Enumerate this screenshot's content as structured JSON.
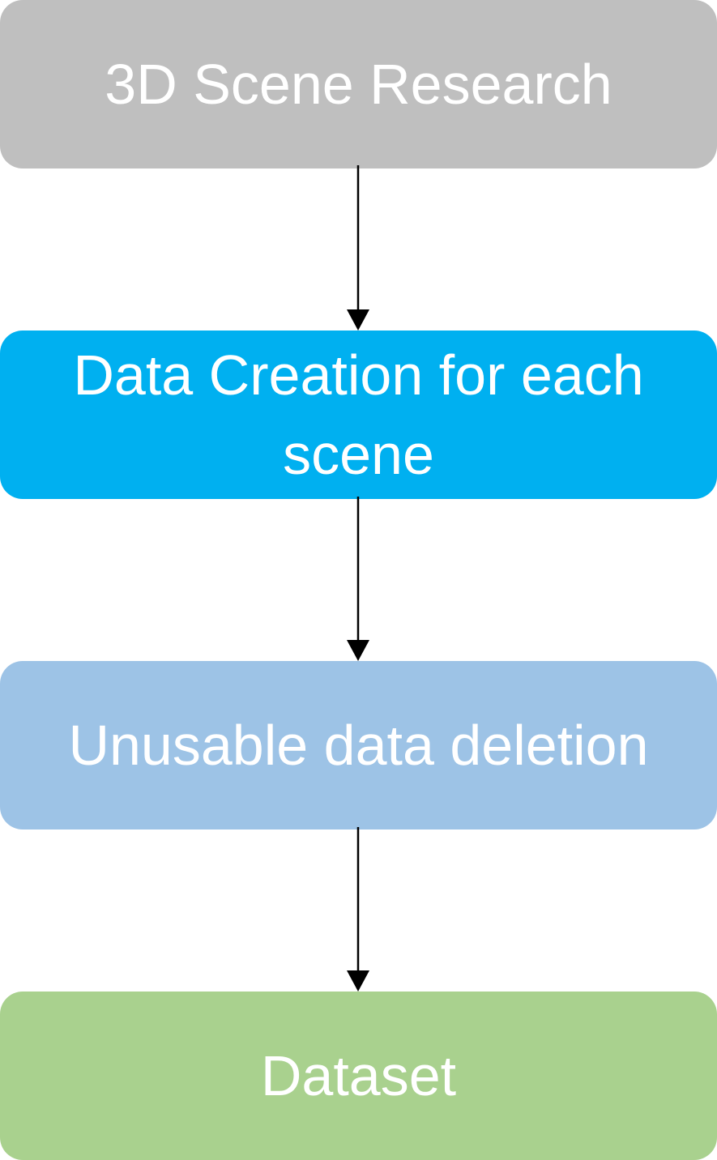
{
  "nodes": [
    {
      "label": "3D Scene Research",
      "color": "#bfbfbf"
    },
    {
      "label": "Data Creation for each scene",
      "color": "#00b0f0"
    },
    {
      "label": "Unusable data deletion",
      "color": "#9dc3e6"
    },
    {
      "label": "Dataset",
      "color": "#a9d18e"
    }
  ],
  "arrow_color": "#000000"
}
